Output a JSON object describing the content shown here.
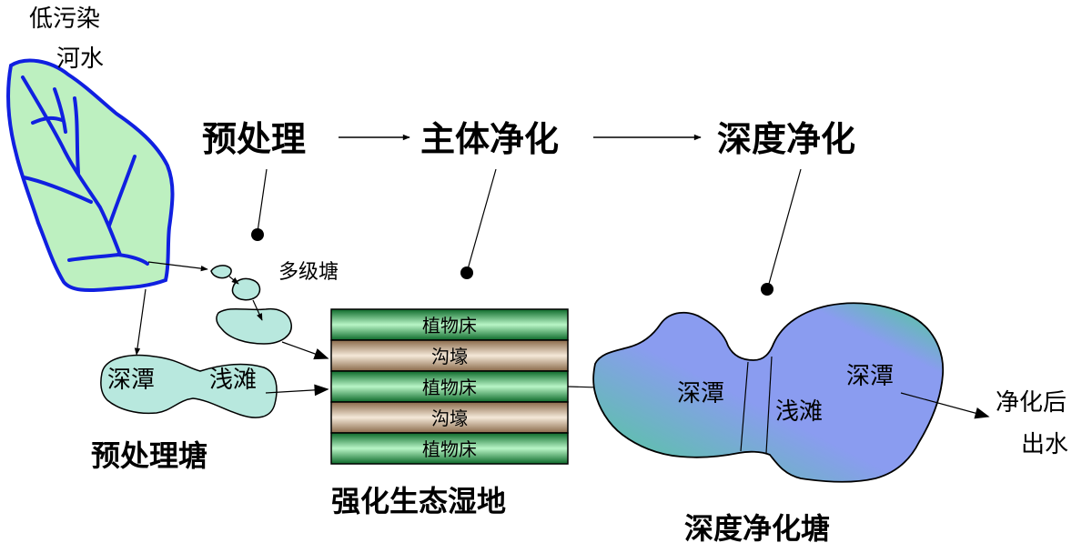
{
  "source_label": [
    "低污染",
    "河水"
  ],
  "stages": {
    "pretreatment": "预处理",
    "main": "主体净化",
    "deep": "深度净化"
  },
  "multi_pond": "多级塘",
  "pretreatment_pond": {
    "name": "预处理塘",
    "deep_zone": "深潭",
    "shallow_zone": "浅滩"
  },
  "wetland": {
    "name": "强化生态湿地",
    "layers": [
      "植物床",
      "沟壕",
      "植物床",
      "沟壕",
      "植物床"
    ]
  },
  "deep_pond": {
    "name": "深度净化塘",
    "deep_zone_left": "深潭",
    "shallow_zone": "浅滩",
    "deep_zone_right": "深潭"
  },
  "outlet": [
    "净化后",
    "出水"
  ],
  "colors": {
    "river": "#1020e0",
    "catchment_fill": "#bdf0c0",
    "pond_fill": "#b8e8de",
    "plant_bed": "#3cc860",
    "ditch": "#d8c0a0",
    "deep_pond_blue": "#8a9cf0",
    "deep_pond_green": "#4ccf90"
  }
}
